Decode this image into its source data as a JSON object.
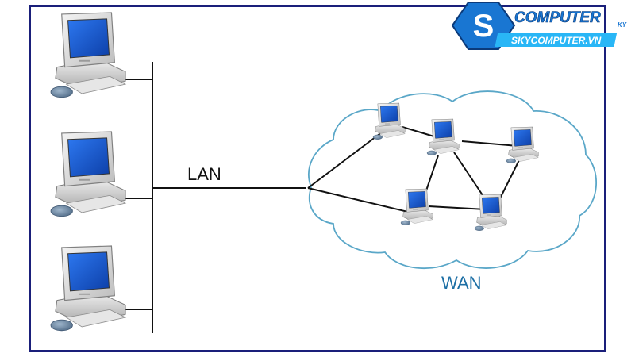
{
  "labels": {
    "lan": "LAN",
    "wan": "WAN"
  },
  "logo": {
    "brand": "COMPUTER",
    "brand_small": "KY",
    "website": "SKYCOMPUTER.VN",
    "colors": {
      "primary": "#1976d2",
      "dark": "#0b3a7a",
      "accent": "#29b6f6"
    }
  },
  "colors": {
    "frame": "#1a1f7a",
    "wan_label": "#1d6fa5",
    "cloud_outline": "#5aa7c8",
    "screen": "#1e5fd6",
    "line": "#111111"
  },
  "icons": {
    "lan_computers": [
      "desktop-computer-icon",
      "desktop-computer-icon",
      "desktop-computer-icon"
    ],
    "wan_computers": [
      "desktop-computer-icon",
      "desktop-computer-icon",
      "desktop-computer-icon",
      "desktop-computer-icon",
      "desktop-computer-icon"
    ]
  }
}
